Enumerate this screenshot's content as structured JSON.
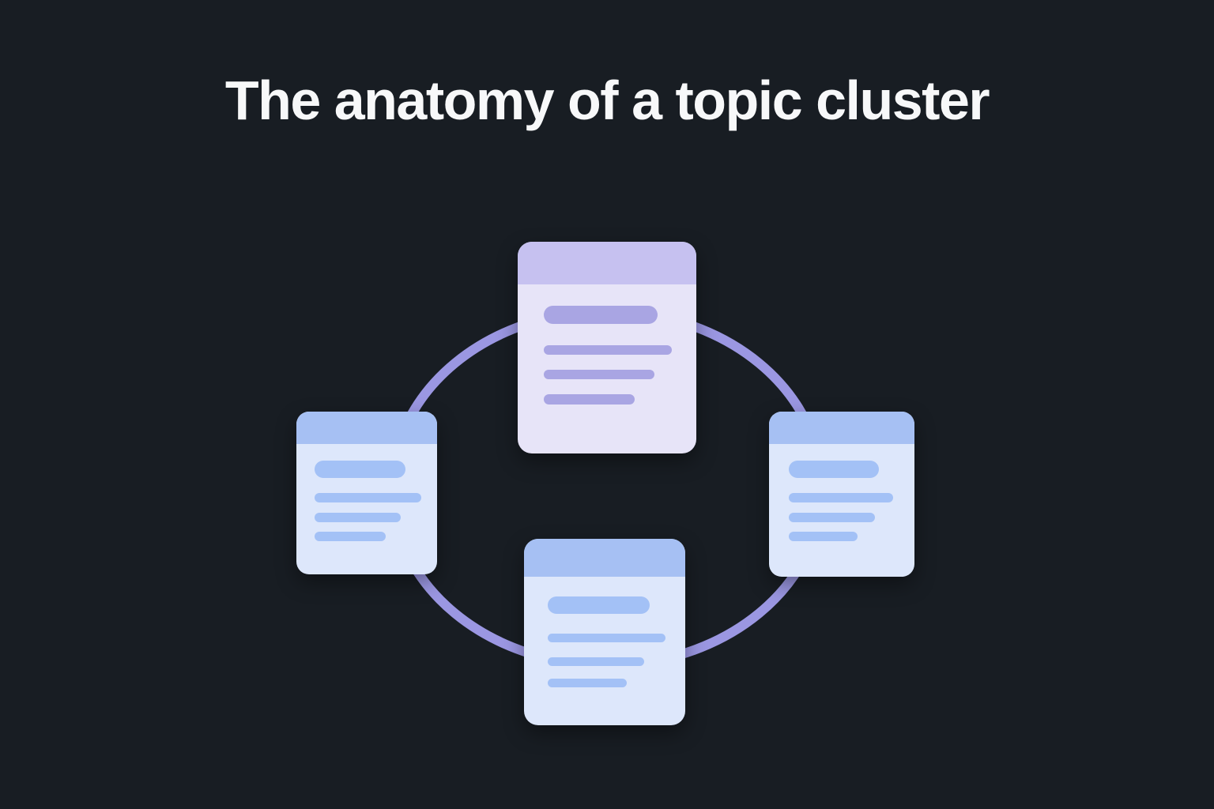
{
  "title": "The anatomy of a topic cluster",
  "colors": {
    "background": "#181d23",
    "title_text": "#f7f8f9",
    "ring": "#9b97e2",
    "pillar_card_body": "#e7e4f8",
    "pillar_card_header": "#c6c1f0",
    "pillar_card_bar": "#a9a5e3",
    "cluster_card_body": "#dde7fb",
    "cluster_card_header": "#a6c0f3",
    "cluster_card_bar": "#a3c1f6"
  },
  "diagram": {
    "type": "topic-cluster",
    "connector": "ellipse-ring",
    "nodes": [
      {
        "name": "pillar-page-card",
        "position": "top",
        "style": "lavender",
        "header_band": true,
        "placeholder_text_lines": 4
      },
      {
        "name": "cluster-page-card-left",
        "position": "left",
        "style": "blue",
        "header_band": true,
        "placeholder_text_lines": 4
      },
      {
        "name": "cluster-page-card-right",
        "position": "right",
        "style": "blue",
        "header_band": true,
        "placeholder_text_lines": 4
      },
      {
        "name": "cluster-page-card-bottom",
        "position": "bottom",
        "style": "blue",
        "header_band": true,
        "placeholder_text_lines": 4
      }
    ]
  }
}
